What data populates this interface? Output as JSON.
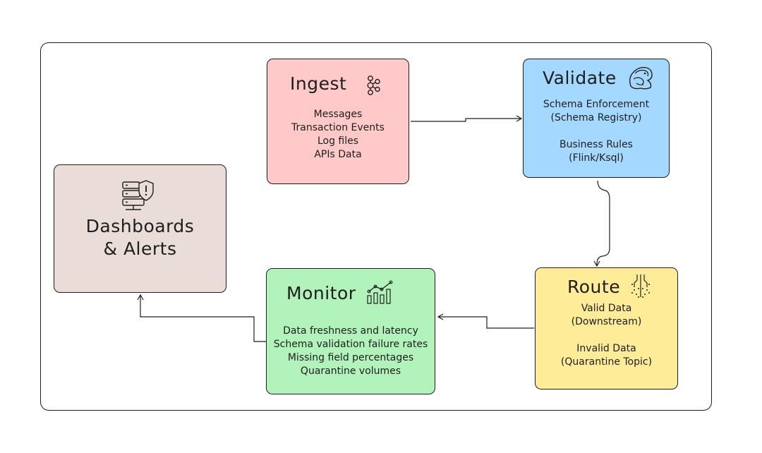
{
  "nodes": {
    "ingest": {
      "title": "Ingest",
      "lines": [
        "Messages",
        "Transaction Events",
        "Log files",
        "APIs Data"
      ],
      "fill": "#ffc9c9",
      "icon": "kafka-icon"
    },
    "validate": {
      "title": "Validate",
      "lines": [
        "Schema Enforcement",
        "(Schema Registry)",
        "",
        "Business Rules",
        "(Flink/Ksql)"
      ],
      "fill": "#a5d8ff",
      "icon": "squirrel-icon"
    },
    "route": {
      "title": "Route",
      "lines": [
        "Valid Data",
        "(Downstream)",
        "",
        "Invalid Data",
        "(Quarantine Topic)"
      ],
      "fill": "#ffec99",
      "icon": "routing-icon"
    },
    "monitor": {
      "title": "Monitor",
      "lines": [
        "Data freshness and latency",
        "Schema validation failure rates",
        "Missing field percentages",
        "Quarantine volumes"
      ],
      "fill": "#b2f2bb",
      "icon": "bar-chart-icon"
    },
    "dashboards": {
      "title_line1": "Dashboards",
      "title_line2": "& Alerts",
      "fill": "#eaddd7",
      "icon": "server-shield-icon"
    }
  },
  "edges": [
    {
      "from": "ingest",
      "to": "validate"
    },
    {
      "from": "validate",
      "to": "route"
    },
    {
      "from": "route",
      "to": "monitor"
    },
    {
      "from": "monitor",
      "to": "dashboards"
    }
  ],
  "colors": {
    "stroke": "#1e1e1e",
    "frame_background": "#ffffff"
  }
}
